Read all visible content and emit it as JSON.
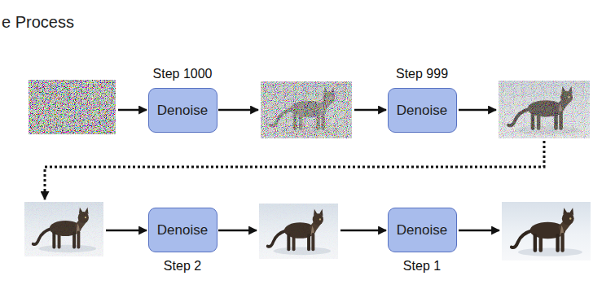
{
  "diagram": {
    "title": "e Process",
    "nodes": [
      {
        "text": [
          "Step 1000",
          "Denoise"
        ]
      },
      {
        "text": [
          "Step 999",
          "Denoise"
        ]
      },
      {
        "text": [
          "Denoise",
          "Step 2"
        ]
      },
      {
        "text": [
          "Denoise",
          "Step 1"
        ]
      }
    ]
  }
}
